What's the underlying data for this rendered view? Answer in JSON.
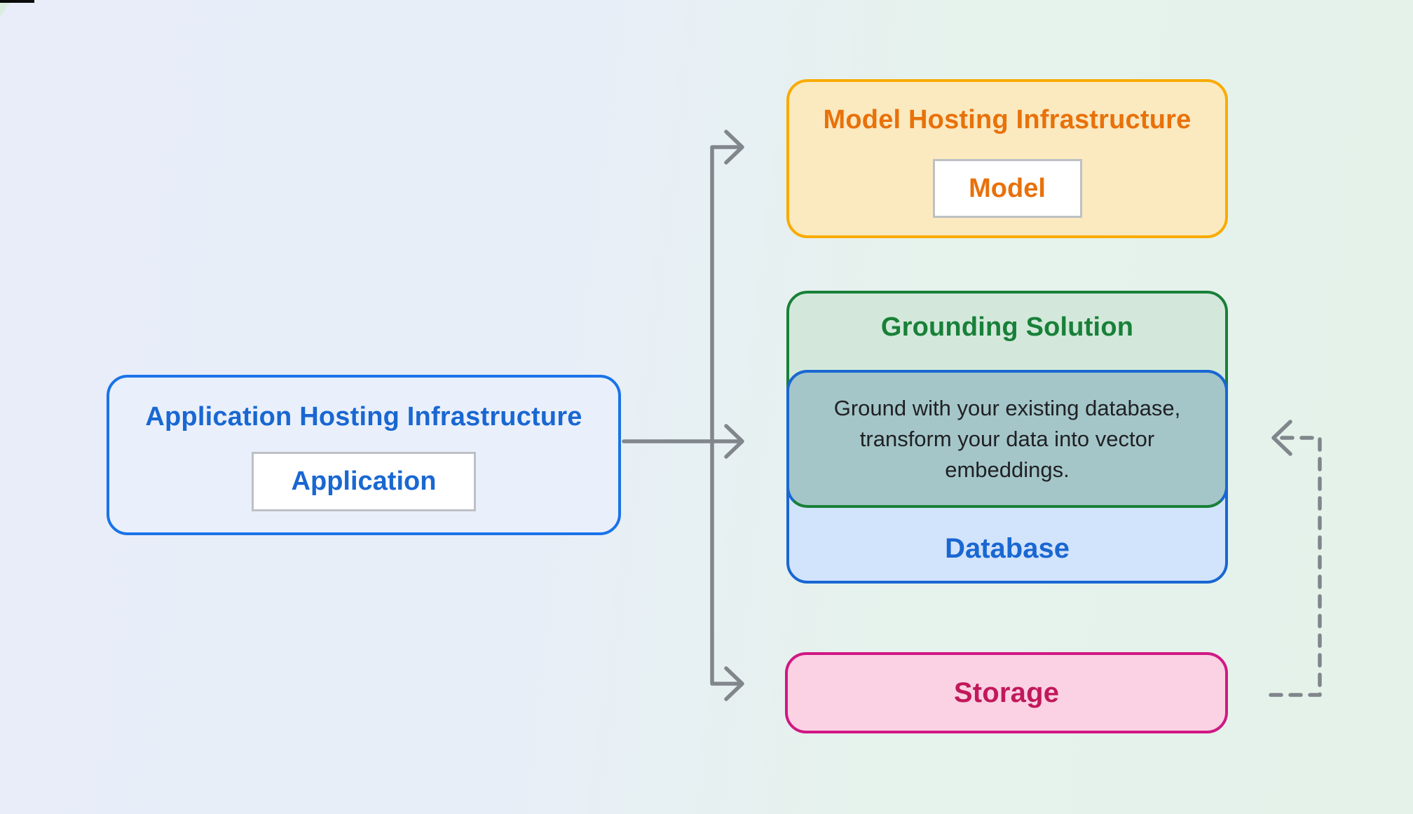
{
  "diagram": {
    "nodes": {
      "application": {
        "title": "Application Hosting Infrastructure",
        "chip": "Application",
        "border_color": "#1a73e8",
        "fill_color": "#e9f0fb",
        "text_color": "#1967d2"
      },
      "model": {
        "title": "Model Hosting Infrastructure",
        "chip": "Model",
        "border_color": "#f9ab00",
        "fill_color": "#fbe9c0",
        "text_color": "#e8710a"
      },
      "grounding": {
        "title": "Grounding Solution",
        "border_color": "#188038",
        "fill_color": "#d3e8db",
        "text_color": "#188038"
      },
      "database": {
        "label": "Database",
        "border_color": "#1967d2",
        "fill_color": "#d2e3fc",
        "text_color": "#1967d2"
      },
      "grounding_database_overlap": {
        "lines": [
          "Ground with your existing database,",
          "transform your data into vector",
          "embeddings."
        ],
        "fill_color": "#a4c6c9",
        "text_color": "#202124"
      },
      "storage": {
        "label": "Storage",
        "border_color": "#d01884",
        "fill_color": "#fad2e4",
        "text_color": "#c2185b"
      }
    },
    "connectors": {
      "solid_color": "#80868b",
      "dashed_color": "#80868b",
      "solid_description": "Application fans out to Model Hosting Infrastructure, Grounding Solution/Database, and Storage",
      "dashed_description": "Dashed feedback path from Storage up into the Database/Grounding overlap"
    },
    "background": {
      "gradient_left": "#e8edf9",
      "gradient_right": "#e4f2ea"
    }
  }
}
